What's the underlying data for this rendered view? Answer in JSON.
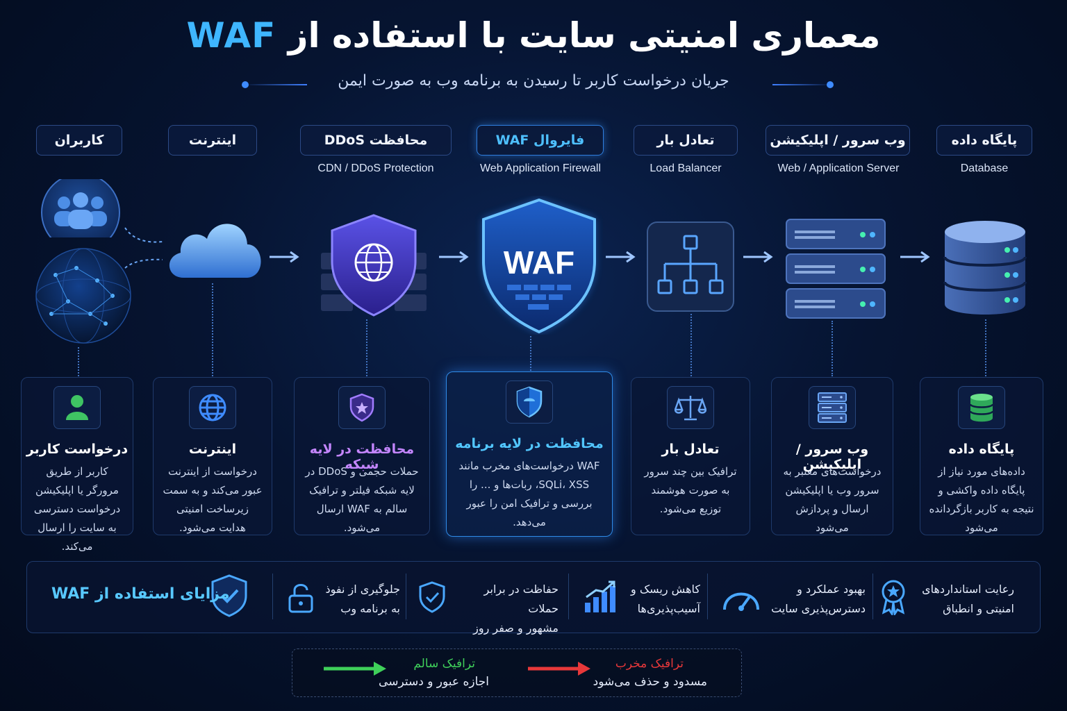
{
  "header": {
    "title_prefix": "معماری امنیتی سایت با استفاده از",
    "title_highlight": "WAF",
    "subtitle": "جریان درخواست کاربر تا رسیدن به برنامه وب به صورت ایمن"
  },
  "stages": [
    {
      "label": "کاربران",
      "en": ""
    },
    {
      "label": "اینترنت",
      "en": ""
    },
    {
      "label": "محافظت DDoS",
      "en": "CDN / DDoS Protection"
    },
    {
      "label": "فایروال WAF",
      "en": "Web Application Firewall",
      "icon_text": "WAF"
    },
    {
      "label": "تعادل بار",
      "en": "Load Balancer"
    },
    {
      "label": "وب سرور / اپلیکیشن",
      "en": "Web / Application Server"
    },
    {
      "label": "پایگاه داده",
      "en": "Database"
    }
  ],
  "cards": [
    {
      "title": "درخواست کاربر",
      "desc": "کاربر از طریق مرورگر یا اپلیکیشن درخواست دسترسی به سایت را ارسال می‌کند.",
      "icon": "user-icon"
    },
    {
      "title": "اینترنت",
      "desc": "درخواست از اینترنت عبور می‌کند و به سمت زیرساخت امنیتی هدایت می‌شود.",
      "icon": "globe-icon"
    },
    {
      "title": "محافظت در لایه شبکه",
      "desc": "حملات حجمی و DDoS در لایه شبکه فیلتر و ترافیک سالم به WAF ارسال می‌شود.",
      "icon": "shield-star-icon"
    },
    {
      "title": "محافظت در لایه برنامه",
      "desc": "WAF درخواست‌های مخرب مانند SQLi، XSS، ربات‌ها و ... را بررسی و ترافیک امن را عبور می‌دهد.",
      "icon": "shield-waf-icon"
    },
    {
      "title": "تعادل بار",
      "desc": "ترافیک بین چند سرور به صورت هوشمند توزیع می‌شود.",
      "icon": "scale-icon"
    },
    {
      "title": "وب سرور / اپلیکیشن",
      "desc": "درخواست‌های معتبر به سرور وب یا اپلیکیشن ارسال و پردازش می‌شود",
      "icon": "server-icon"
    },
    {
      "title": "پایگاه داده",
      "desc": "داده‌های مورد نیاز از پایگاه داده واکشی و نتیجه به کاربر بازگردانده می‌شود",
      "icon": "database-icon"
    }
  ],
  "benefits": {
    "title": "مزایای استفاده از WAF",
    "items": [
      {
        "line1": "جلوگیری از نفوذ",
        "line2": "به برنامه وب",
        "icon": "lock-icon"
      },
      {
        "line1": "حفاظت در برابر حملات",
        "line2": "مشهور و صفر روز",
        "icon": "shield-check-icon"
      },
      {
        "line1": "کاهش ریسک و",
        "line2": "آسیب‌پذیری‌ها",
        "icon": "chart-up-icon"
      },
      {
        "line1": "بهبود عملکرد و",
        "line2": "دسترس‌پذیری سایت",
        "icon": "gauge-icon"
      },
      {
        "line1": "رعایت استانداردهای",
        "line2": "امنیتی و انطباق",
        "icon": "badge-icon"
      }
    ]
  },
  "legend": {
    "good_title": "ترافیک سالم",
    "good_desc": "اجازه عبور و دسترسی",
    "bad_title": "ترافیک مخرب",
    "bad_desc": "مسدود و حذف می‌شود",
    "good_color": "#3fd05a",
    "bad_color": "#e8383a"
  },
  "colors": {
    "accent": "#3fb6ff",
    "ddos": "#c486ff",
    "bg": "#061431"
  }
}
